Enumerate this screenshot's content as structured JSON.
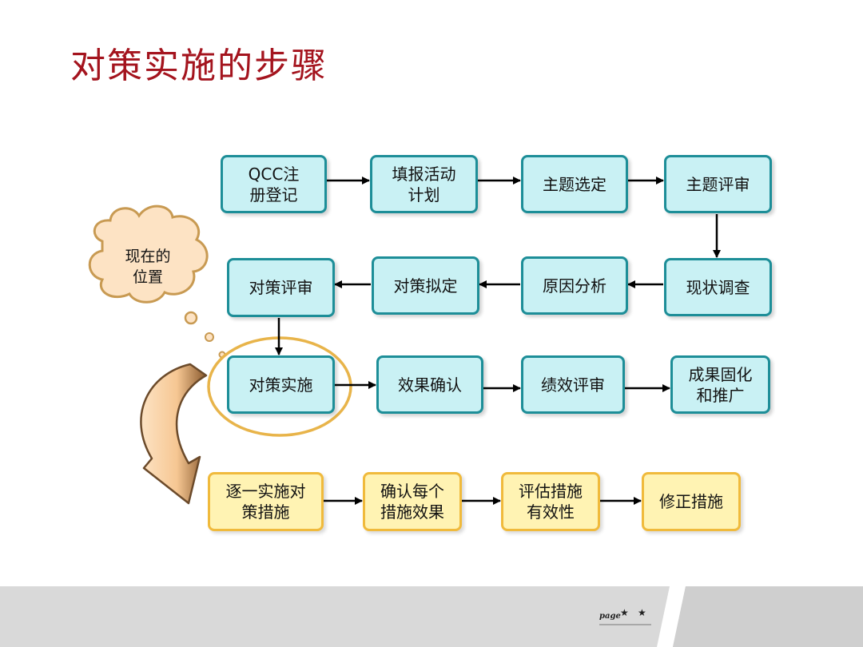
{
  "page": {
    "title": "对策实施的步骤"
  },
  "flow_row1": [
    {
      "id": "qcc",
      "label": "QCC注\n册登记"
    },
    {
      "id": "plan",
      "label": "填报活动\n计划"
    },
    {
      "id": "topic-select",
      "label": "主题选定"
    },
    {
      "id": "topic-review",
      "label": "主题评审"
    }
  ],
  "flow_row2": [
    {
      "id": "measure-review",
      "label": "对策评审"
    },
    {
      "id": "measure-draft",
      "label": "对策拟定"
    },
    {
      "id": "cause-analysis",
      "label": "原因分析"
    },
    {
      "id": "status-survey",
      "label": "现状调查"
    }
  ],
  "flow_row3": [
    {
      "id": "measure-implement",
      "label": "对策实施"
    },
    {
      "id": "effect-confirm",
      "label": "效果确认"
    },
    {
      "id": "performance-review",
      "label": "绩效评审"
    },
    {
      "id": "consolidate",
      "label": "成果固化\n和推广"
    }
  ],
  "sub_steps": [
    {
      "id": "implement-each",
      "label": "逐一实施对\n策措施"
    },
    {
      "id": "confirm-each",
      "label": "确认每个\n措施效果"
    },
    {
      "id": "evaluate",
      "label": "评估措施\n有效性"
    },
    {
      "id": "fix",
      "label": "修正措施"
    }
  ],
  "callout": {
    "label": "现在的\n位置"
  },
  "footer": {
    "page_mark": "page"
  },
  "colors": {
    "title": "#a4141e",
    "cyan_fill": "#c9f1f4",
    "cyan_border": "#1d8e98",
    "yellow_fill": "#fff3b3",
    "yellow_border": "#f0ba3c",
    "highlight_ring": "#e8b44a",
    "cloud_fill": "#fde3c4",
    "cloud_border": "#c89a52"
  }
}
